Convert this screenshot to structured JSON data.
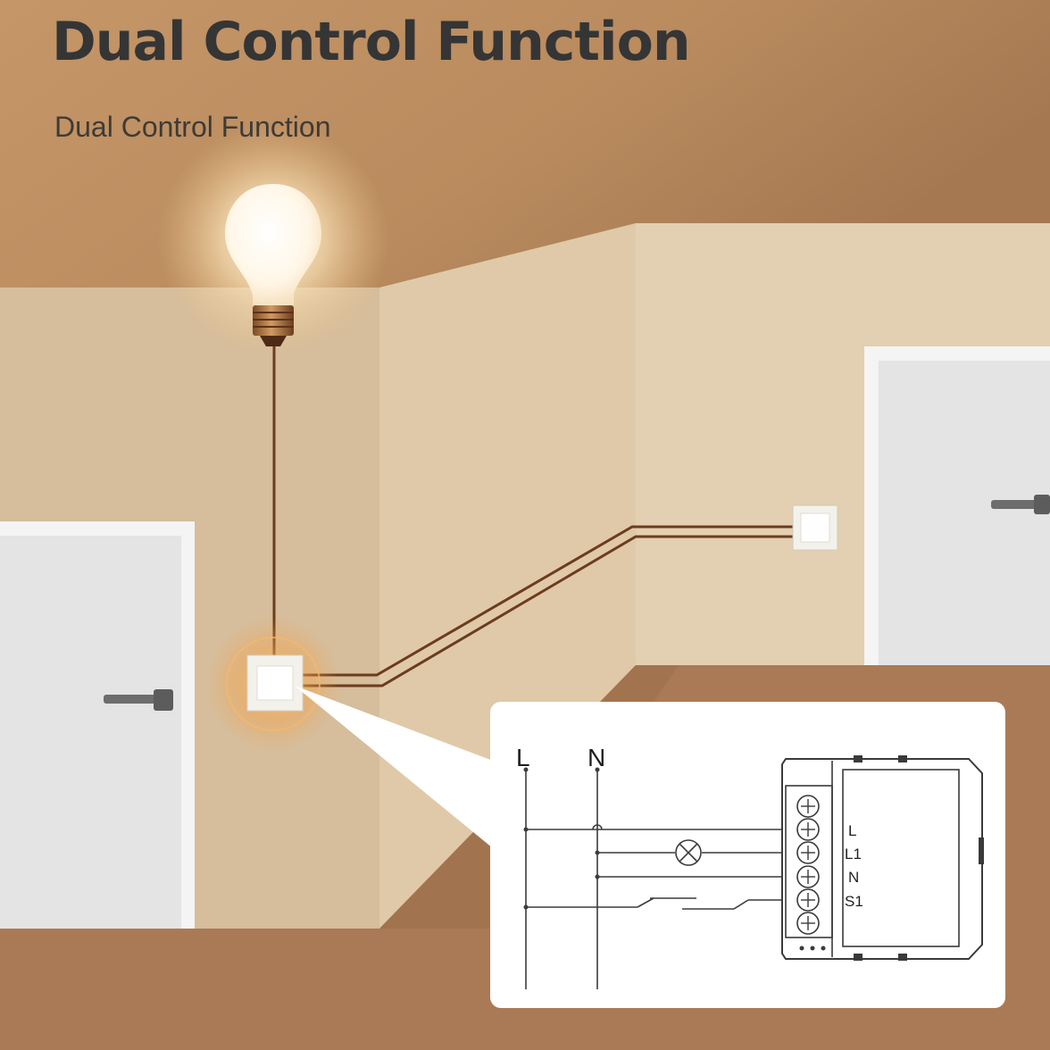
{
  "heading": {
    "title": "Dual Control Function",
    "subtitle": "Dual Control Function"
  },
  "diagram": {
    "bus_labels": {
      "live": "L",
      "neutral": "N"
    },
    "terminal_labels": {
      "l": "L",
      "l1": "L1",
      "n": "N",
      "s1": "S1"
    }
  },
  "colors": {
    "ceiling": "#b98a5d",
    "wall_left": "#d6bd9b",
    "wall_center": "#e0c9a8",
    "wall_right": "#e3cfb1",
    "floor": "#a97a55",
    "wire": "#6b3c1e",
    "door": "#e6e6e6",
    "switch_glow": "#f3a24a"
  }
}
